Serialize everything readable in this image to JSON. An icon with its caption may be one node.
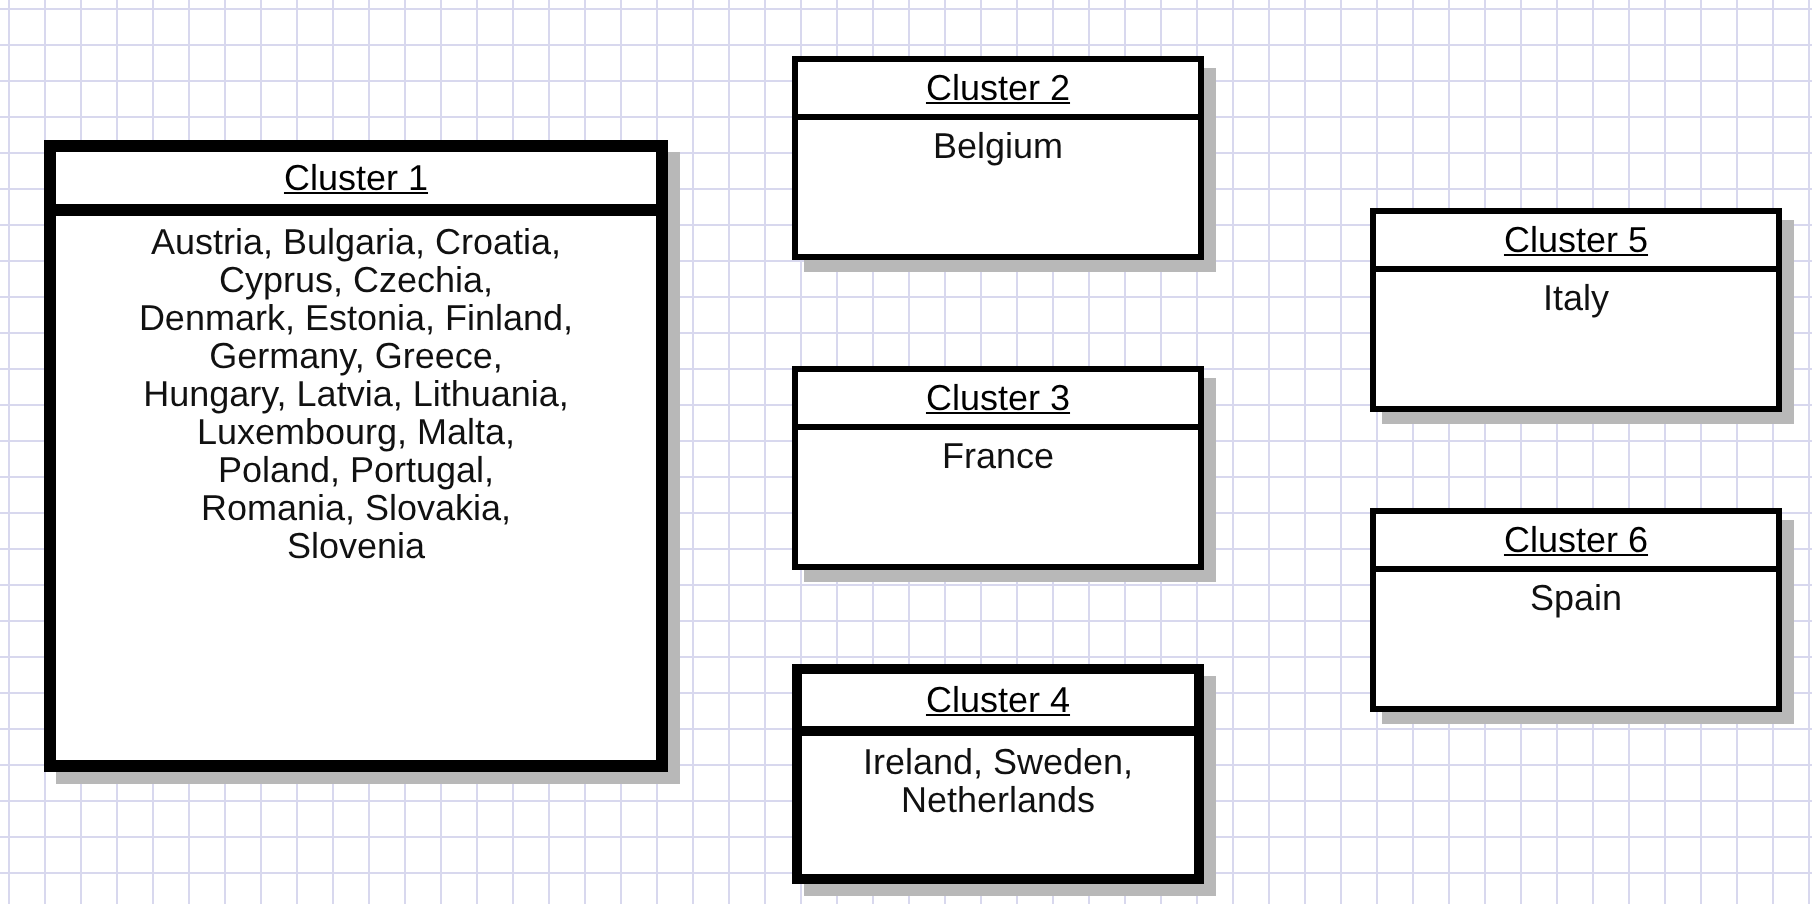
{
  "diagram": {
    "nodes": [
      {
        "text": [
          "Cluster 1",
          "Austria, Bulgaria, Croatia, Cyprus, Czechia, Denmark, Estonia, Finland, Germany, Greece, Hungary, Latvia, Lithuania, Luxembourg, Malta, Poland, Portugal, Romania, Slovakia, Slovenia"
        ]
      },
      {
        "text": [
          "Cluster 2",
          "Belgium"
        ]
      },
      {
        "text": [
          "Cluster 3",
          "France"
        ]
      },
      {
        "text": [
          "Cluster 4",
          "Ireland, Sweden, Netherlands"
        ]
      },
      {
        "text": [
          "Cluster 5",
          "Italy"
        ]
      },
      {
        "text": [
          "Cluster 6",
          "Spain"
        ]
      }
    ]
  }
}
